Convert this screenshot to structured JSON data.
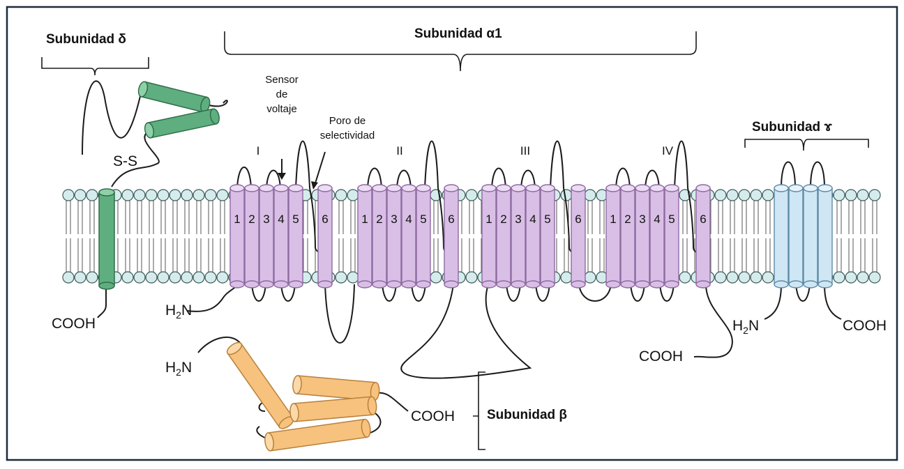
{
  "labels": {
    "delta": "Subunidad δ",
    "alpha1": "Subunidad α1",
    "gamma": "Subunidad ɤ",
    "beta": "Subunidad β",
    "voltage_sensor_line1": "Sensor",
    "voltage_sensor_line2": "de",
    "voltage_sensor_line3": "voltaje",
    "pore_line1": "Poro de",
    "pore_line2": "selectividad",
    "disulfide": "S-S",
    "cooh": "COOH",
    "h2n_h": "H",
    "h2n_sub": "2",
    "h2n_n": "N"
  },
  "domains": [
    {
      "roman": "I",
      "helices": [
        "1",
        "2",
        "3",
        "4",
        "5",
        "6"
      ]
    },
    {
      "roman": "II",
      "helices": [
        "1",
        "2",
        "3",
        "4",
        "5",
        "6"
      ]
    },
    {
      "roman": "III",
      "helices": [
        "1",
        "2",
        "3",
        "4",
        "5",
        "6"
      ]
    },
    {
      "roman": "IV",
      "helices": [
        "1",
        "2",
        "3",
        "4",
        "5",
        "6"
      ]
    }
  ],
  "colors": {
    "alpha1_helix": "#d9bfe6",
    "alpha1_helix_edge": "#8d6aa0",
    "delta_helix": "#5fae80",
    "gamma_helix": "#cfe6f4",
    "beta_helix": "#f6c27e",
    "lipid_head": "#d6ecec",
    "border": "#1b2a3a"
  }
}
